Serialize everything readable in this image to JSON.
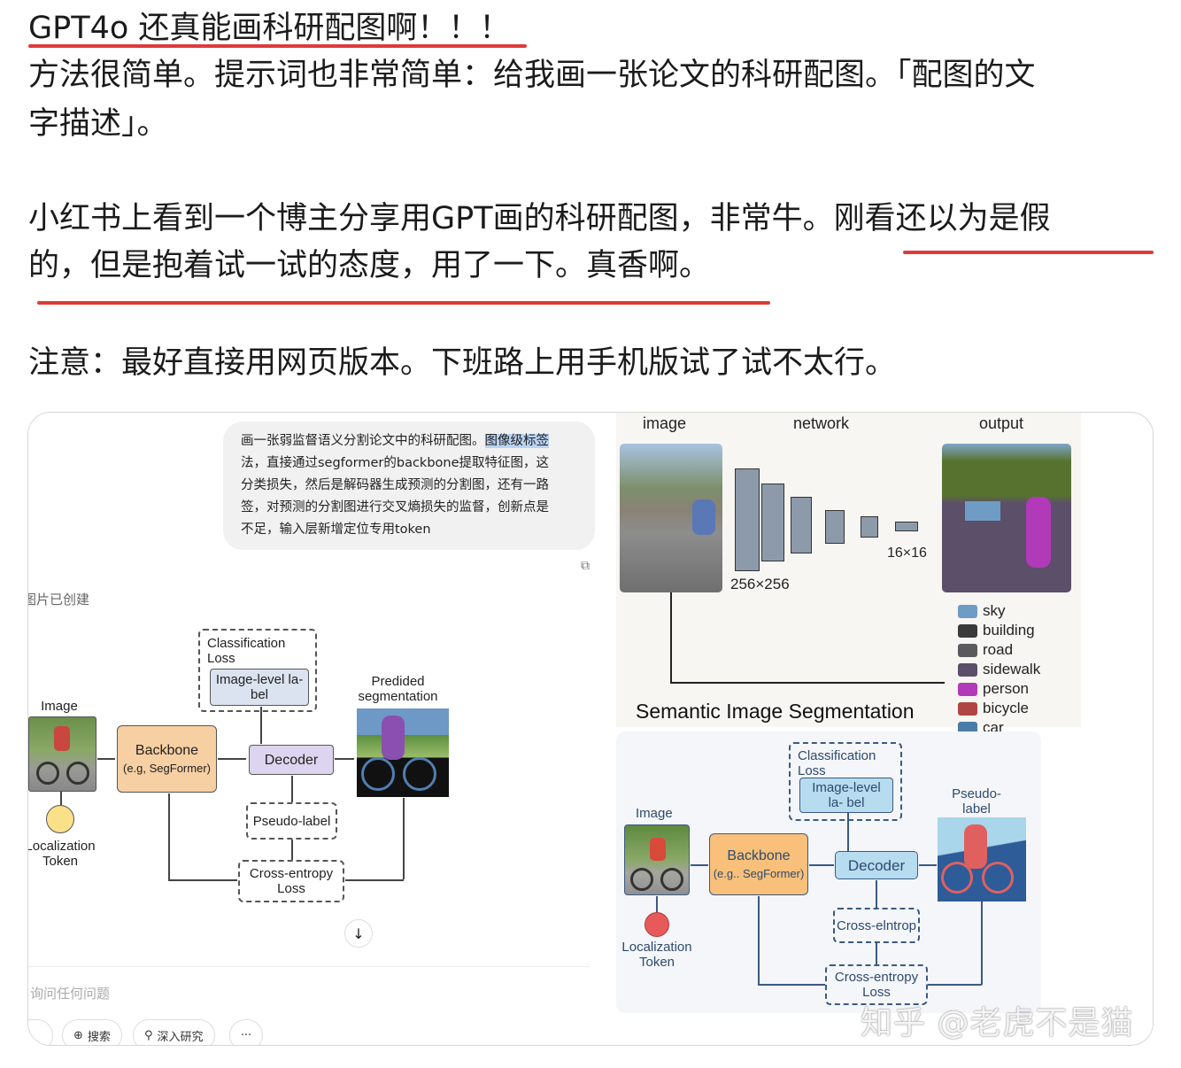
{
  "post": {
    "title": "GPT4o 还真能画科研配图啊！！！",
    "para1_line1": "方法很简单。提示词也非常简单：给我画一张论文的科研配图。「配图的文",
    "para1_line2": "字描述」。",
    "para2_line1_a": "小红书上看到一个博主分享用GPT画的科研配图，非常牛。",
    "para2_line1_b": "刚看还以为是假",
    "para2_line2": "的，但是抱着试一试的态度，用了一下。真香啊。",
    "para3": "注意：最好直接用网页版本。下班路上用手机版试了试不太行。",
    "underline_color": "#e03a3a"
  },
  "chat": {
    "prompt_lines": [
      "画一张弱监督语义分割论文中的科研配图。",
      "法，直接通过segformer的backbone提取特征图，这",
      "分类损失，然后是解码器生成预测的分割图，还有一路",
      "签，对预测的分割图进行交叉熵损失的监督，创新点是",
      "不足，输入层新增定位专用token"
    ],
    "prompt_highlight": "图像级标签",
    "status": "图片已创建",
    "input_placeholder": "询问任何问题",
    "tools": {
      "search": "搜索",
      "deep_research": "深入研究",
      "more": "···"
    }
  },
  "diagram_left": {
    "image": "Image",
    "backbone": "Backbone",
    "backbone_sub": "(e.g, SegFormer)",
    "cls_loss": "Classification Loss",
    "img_label": "Image-level la- bel",
    "decoder": "Decoder",
    "pred_seg": "Predided segmentation",
    "pseudo": "Pseudo-label",
    "ce_loss": "Cross-entropy Loss",
    "token": "Localization Token"
  },
  "diagram_seg": {
    "col_image": "image",
    "col_network": "network",
    "col_output": "output",
    "size_in": "256×256",
    "size_out": "16×16",
    "title": "Semantic Image Segmentation",
    "legend": [
      {
        "label": "sky",
        "color": "#6f9cc4"
      },
      {
        "label": "building",
        "color": "#3a3a3a"
      },
      {
        "label": "road",
        "color": "#5a5a5e"
      },
      {
        "label": "sidewalk",
        "color": "#5b4f6a"
      },
      {
        "label": "person",
        "color": "#b03ab8"
      },
      {
        "label": "bicycle",
        "color": "#b04545"
      },
      {
        "label": "car",
        "color": "#4a7ca8"
      }
    ]
  },
  "diagram_right": {
    "image": "Image",
    "backbone": "Backbone",
    "backbone_sub": "(e.g.. SegFormer)",
    "cls_loss": "Classification Loss",
    "img_label": "Image-level la- bel",
    "decoder": "Decoder",
    "pseudo_label": "Pseudo- label",
    "ce_partial": "Cross-elntrop",
    "ce_loss": "Cross-entropy Loss",
    "token": "Localization Token"
  },
  "watermark": "知乎 @老虎不是猫"
}
